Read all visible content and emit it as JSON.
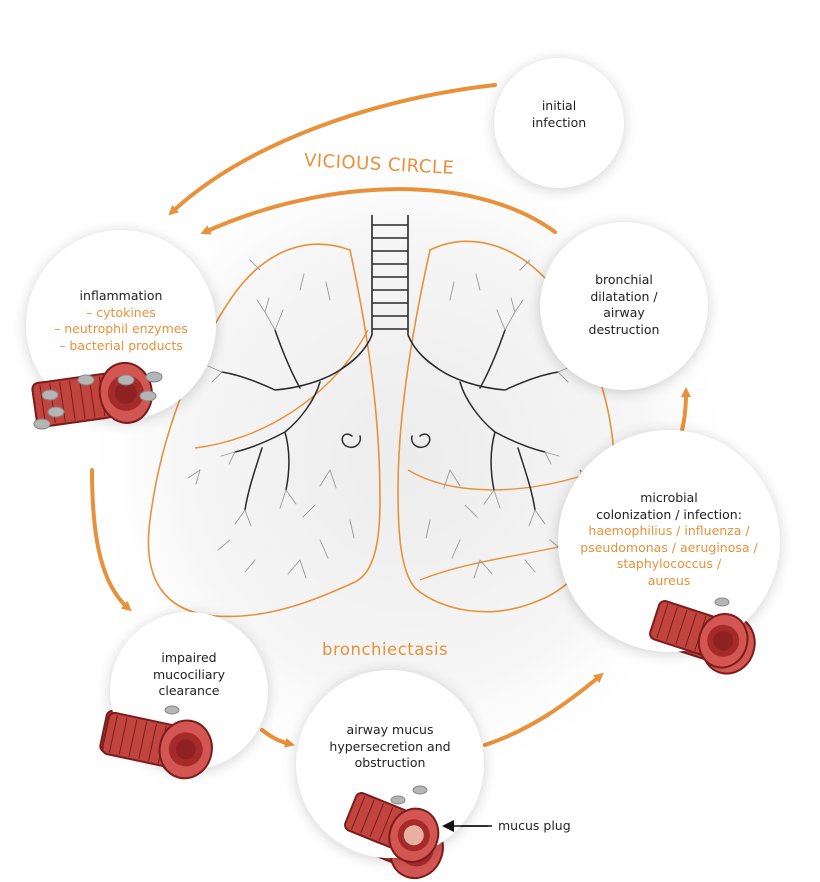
{
  "diagram": {
    "title": "VICIOUS CIRCLE",
    "center_label": "bronchiectasis",
    "colors": {
      "accent": "#e8913a",
      "tube": "#c1443f",
      "tube_dark": "#7a1d1b",
      "lumen": "#a52b2b",
      "lung_outline": "#e8913a",
      "tree": "#2a2a2a"
    },
    "nodes": {
      "initial_infection": {
        "lines": [
          "initial",
          "infection"
        ]
      },
      "inflammation": {
        "lines": [
          "inflammation"
        ],
        "sub": [
          "– cytokines",
          "– neutrophil enzymes",
          "– bacterial products"
        ]
      },
      "bronchial_dilatation": {
        "lines": [
          "bronchial",
          "dilatation /",
          "airway",
          "destruction"
        ]
      },
      "microbial_colonization": {
        "lines": [
          "microbial",
          "colonization / infection:"
        ],
        "sub": [
          "haemophilius / influenza /",
          "pseudomonas / aeruginosa /",
          "staphylococcus /",
          "aureus"
        ]
      },
      "impaired_clearance": {
        "lines": [
          "impaired",
          "mucociliary",
          "clearance"
        ]
      },
      "mucus_hypersecretion": {
        "lines": [
          "airway mucus",
          "hypersecretion and",
          "obstruction"
        ]
      }
    },
    "annotation": "mucus plug"
  }
}
